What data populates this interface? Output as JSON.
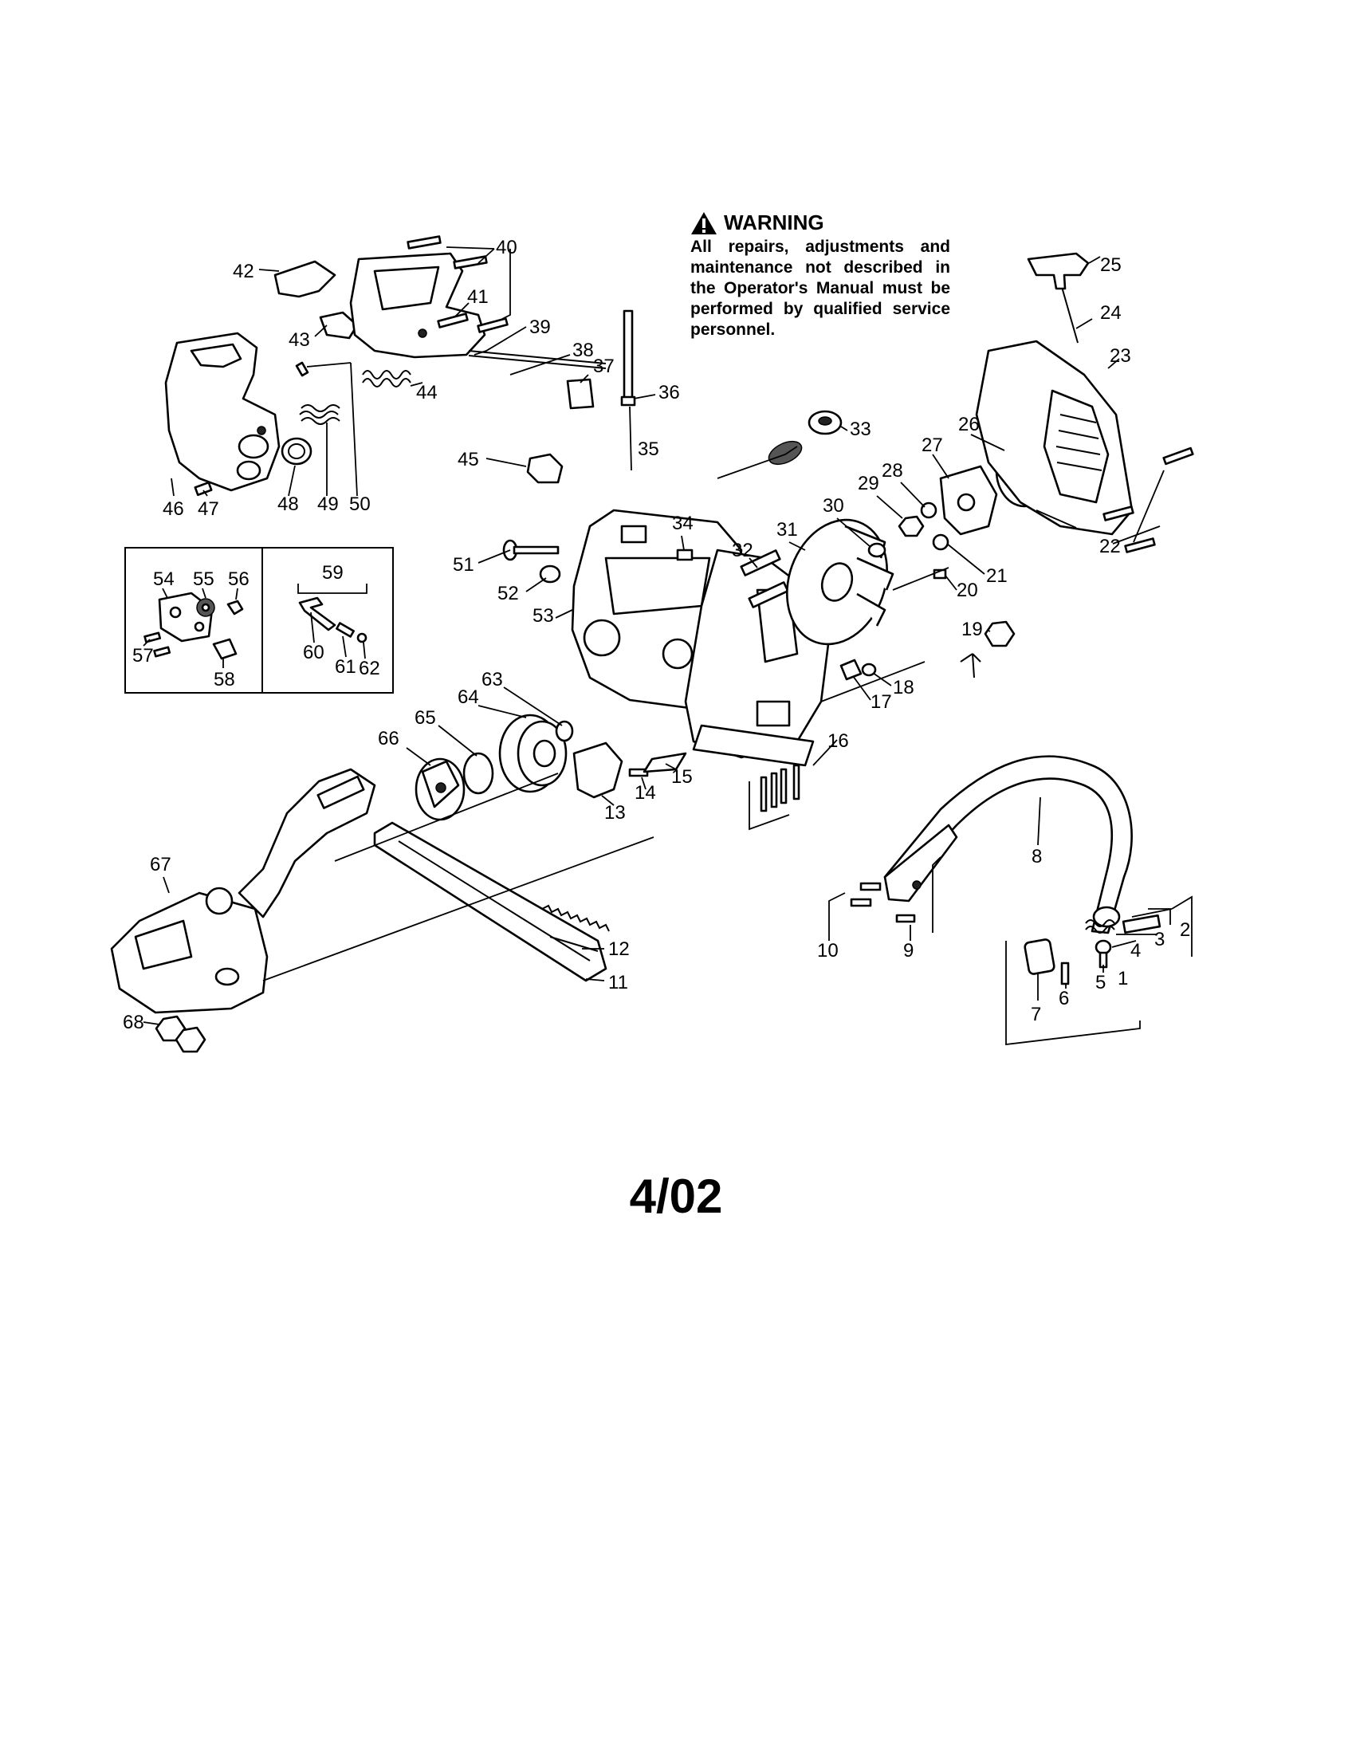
{
  "warning": {
    "title": "WARNING",
    "body": "All repairs, adjustments and maintenance not described in the Operator's Manual must be performed by qualified service personnel.",
    "icon": "warning-triangle-icon"
  },
  "revision": "4/02",
  "callouts": [
    {
      "id": "1",
      "text": "1"
    },
    {
      "id": "2",
      "text": "2"
    },
    {
      "id": "3",
      "text": "3"
    },
    {
      "id": "4",
      "text": "4"
    },
    {
      "id": "5",
      "text": "5"
    },
    {
      "id": "6",
      "text": "6"
    },
    {
      "id": "7",
      "text": "7"
    },
    {
      "id": "8",
      "text": "8"
    },
    {
      "id": "9",
      "text": "9"
    },
    {
      "id": "10",
      "text": "10"
    },
    {
      "id": "11",
      "text": "11"
    },
    {
      "id": "12",
      "text": "12"
    },
    {
      "id": "13",
      "text": "13"
    },
    {
      "id": "14",
      "text": "14"
    },
    {
      "id": "15",
      "text": "15"
    },
    {
      "id": "16",
      "text": "16"
    },
    {
      "id": "17",
      "text": "17"
    },
    {
      "id": "18",
      "text": "18"
    },
    {
      "id": "19",
      "text": "19"
    },
    {
      "id": "20",
      "text": "20"
    },
    {
      "id": "21",
      "text": "21"
    },
    {
      "id": "22",
      "text": "22"
    },
    {
      "id": "23",
      "text": "23"
    },
    {
      "id": "24",
      "text": "24"
    },
    {
      "id": "25",
      "text": "25"
    },
    {
      "id": "26",
      "text": "26"
    },
    {
      "id": "27",
      "text": "27"
    },
    {
      "id": "28",
      "text": "28"
    },
    {
      "id": "29",
      "text": "29"
    },
    {
      "id": "30",
      "text": "30"
    },
    {
      "id": "31",
      "text": "31"
    },
    {
      "id": "32",
      "text": "32"
    },
    {
      "id": "33",
      "text": "33"
    },
    {
      "id": "34",
      "text": "34"
    },
    {
      "id": "35",
      "text": "35"
    },
    {
      "id": "36",
      "text": "36"
    },
    {
      "id": "37",
      "text": "37"
    },
    {
      "id": "38",
      "text": "38"
    },
    {
      "id": "39",
      "text": "39"
    },
    {
      "id": "40",
      "text": "40"
    },
    {
      "id": "41",
      "text": "41"
    },
    {
      "id": "42",
      "text": "42"
    },
    {
      "id": "43",
      "text": "43"
    },
    {
      "id": "44",
      "text": "44"
    },
    {
      "id": "45",
      "text": "45"
    },
    {
      "id": "46",
      "text": "46"
    },
    {
      "id": "47",
      "text": "47"
    },
    {
      "id": "48",
      "text": "48"
    },
    {
      "id": "49",
      "text": "49"
    },
    {
      "id": "50",
      "text": "50"
    },
    {
      "id": "51",
      "text": "51"
    },
    {
      "id": "52",
      "text": "52"
    },
    {
      "id": "53",
      "text": "53"
    },
    {
      "id": "54",
      "text": "54"
    },
    {
      "id": "55",
      "text": "55"
    },
    {
      "id": "56",
      "text": "56"
    },
    {
      "id": "57",
      "text": "57"
    },
    {
      "id": "58",
      "text": "58"
    },
    {
      "id": "59",
      "text": "59"
    },
    {
      "id": "60",
      "text": "60"
    },
    {
      "id": "61",
      "text": "61"
    },
    {
      "id": "62",
      "text": "62"
    },
    {
      "id": "63",
      "text": "63"
    },
    {
      "id": "64",
      "text": "64"
    },
    {
      "id": "65",
      "text": "65"
    },
    {
      "id": "66",
      "text": "66"
    },
    {
      "id": "67",
      "text": "67"
    },
    {
      "id": "68",
      "text": "68"
    }
  ]
}
